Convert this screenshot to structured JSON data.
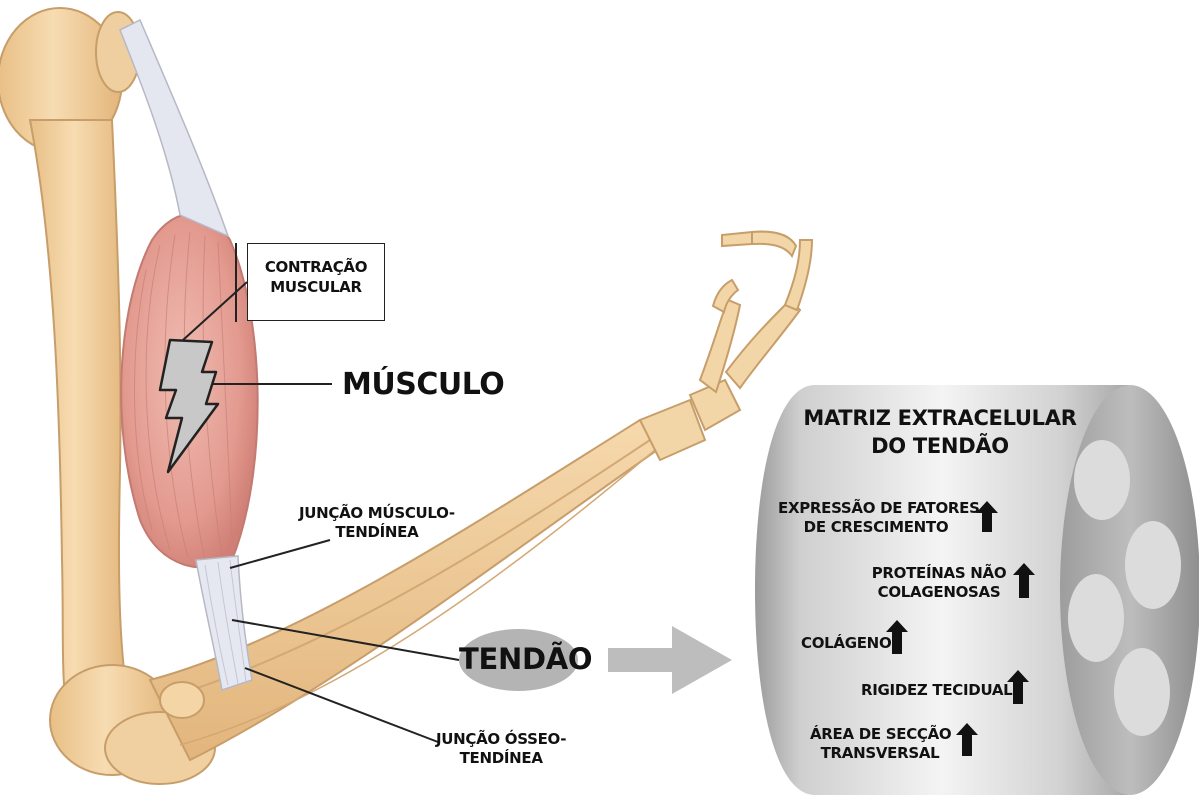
{
  "labels": {
    "contracao": [
      "CONTRAÇÃO",
      "MUSCULAR"
    ],
    "musculo": "MÚSCULO",
    "juncao_musculo": [
      "JUNÇÃO MÚSCULO-",
      "TENDÍNEA"
    ],
    "tendao": "TENDÃO",
    "juncao_osseo": [
      "JUNÇÃO ÓSSEO-",
      "TENDÍNEA"
    ]
  },
  "matrix": {
    "title": [
      "MATRIZ EXTRACELULAR",
      "DO TENDÃO"
    ],
    "items": [
      {
        "text": [
          "EXPRESSÃO DE FATORES",
          "DE CRESCIMENTO"
        ],
        "direction": "up"
      },
      {
        "text": [
          "PROTEÍNAS NÃO",
          "COLAGENOSAS"
        ],
        "direction": "up"
      },
      {
        "text": [
          "COLÁGENO"
        ],
        "direction": "up"
      },
      {
        "text": [
          "RIGIDEZ TECIDUAL"
        ],
        "direction": "up"
      },
      {
        "text": [
          "ÁREA DE SECÇÃO",
          "TRANSVERSAL"
        ],
        "direction": "up"
      }
    ]
  },
  "colors": {
    "bone": "#f2cd9a",
    "bone_outline": "#caa36f",
    "muscle": "#e7a49a",
    "tendon": "#e6e8f1",
    "cylinder": "#cfcfcf",
    "oval": "#b4b4b4",
    "arrow": "#b8b8b8"
  }
}
